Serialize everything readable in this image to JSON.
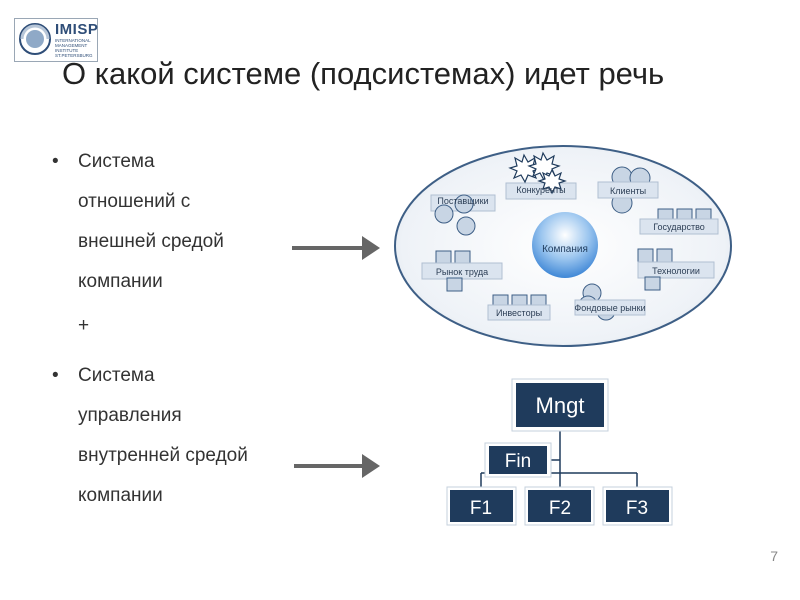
{
  "logo": {
    "name": "IMISP",
    "subtitle": "INTERNATIONAL MANAGEMENT INSTITUTE ST.PETERSBURG"
  },
  "title": "О какой системе (подсистемах) идет речь",
  "bullets": {
    "first": [
      "Система",
      "отношений с",
      "внешней средой",
      "компании"
    ],
    "plus": "+",
    "second": [
      "Система",
      "управления",
      "внутренней средой",
      "компании"
    ]
  },
  "environment": {
    "center": "Компания",
    "groups": {
      "suppliers": "Поставщики",
      "competitors": "Конкуренты",
      "clients": "Клиенты",
      "state": "Государство",
      "labor_market": "Рынок труда",
      "technologies": "Технологии",
      "investors": "Инвесторы",
      "stock_markets": "Фондовые рынки"
    }
  },
  "org_chart": {
    "top": "Mngt",
    "staff": "Fin",
    "units": [
      "F1",
      "F2",
      "F3"
    ]
  },
  "colors": {
    "box_dark": "#1f3b5c",
    "bubble_fill": "#dbe4ef",
    "bubble_stroke": "#3e5f86",
    "arrow": "#606060",
    "company": "#4a90d9"
  },
  "page_number": "7"
}
